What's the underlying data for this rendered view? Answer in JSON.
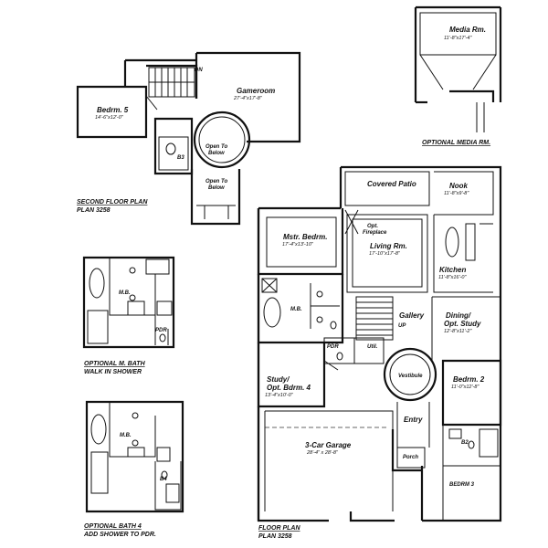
{
  "second_floor": {
    "caption": "SECOND FLOOR PLAN",
    "plan": "PLAN 3258",
    "rooms": {
      "gameroom": {
        "name": "Gameroom",
        "dims": "27'-4\"x17'-8\""
      },
      "bedrm5": {
        "name": "Bedrm. 5",
        "dims": "14'-6\"x12'-0\""
      },
      "b3": "B3",
      "open_below_1": [
        "Open To",
        "Below"
      ],
      "open_below_2": [
        "Open To",
        "Below"
      ],
      "dn": "DN"
    }
  },
  "media": {
    "caption": "OPTIONAL MEDIA RM.",
    "room": {
      "name": "Media Rm.",
      "dims": "11'-8\"x17'-4\""
    }
  },
  "opt_mbath": {
    "caption": "OPTIONAL M. BATH",
    "sub": "WALK IN SHOWER",
    "mb": "M.B.",
    "pdr": "PDR"
  },
  "opt_bath4": {
    "caption": "OPTIONAL BATH 4",
    "sub": "ADD SHOWER TO PDR.",
    "mb": "M.B.",
    "b4": "B4"
  },
  "first_floor": {
    "caption": "FLOOR PLAN",
    "plan": "PLAN 3258",
    "rooms": {
      "covered_patio": {
        "name": "Covered Patio"
      },
      "nook": {
        "name": "Nook",
        "dims": "11'-8\"x9'-8\""
      },
      "mstr_bedrm": {
        "name": "Mstr. Bedrm.",
        "dims": "17'-4\"x13'-10\""
      },
      "opt_fireplace": [
        "Opt.",
        "Fireplace"
      ],
      "living_rm": {
        "name": "Living Rm.",
        "dims": "17'-10\"x17'-8\""
      },
      "kitchen": {
        "name": "Kitchen",
        "dims": "11'-8\"x16'-0\""
      },
      "mb": "M.B.",
      "gallery": "Gallery",
      "up": "UP",
      "dining": {
        "name": [
          "Dining/",
          "Opt. Study"
        ],
        "dims": "12'-8\"x11'-2\""
      },
      "pdr": "PDR",
      "util": "Util.",
      "vestibule": "Vestibule",
      "study": {
        "name": [
          "Study/",
          "Opt. Bdrm. 4"
        ],
        "dims": "13'-4\"x10'-0\""
      },
      "bedrm2": {
        "name": "Bedrm. 2",
        "dims": "11'-0\"x12'-8\""
      },
      "entry": "Entry",
      "garage": {
        "name": "3-Car Garage",
        "dims": "28'-4\" x 28'-8\""
      },
      "b2": "B2",
      "porch": "Porch",
      "bedrm3": "BEDRM 3"
    }
  }
}
